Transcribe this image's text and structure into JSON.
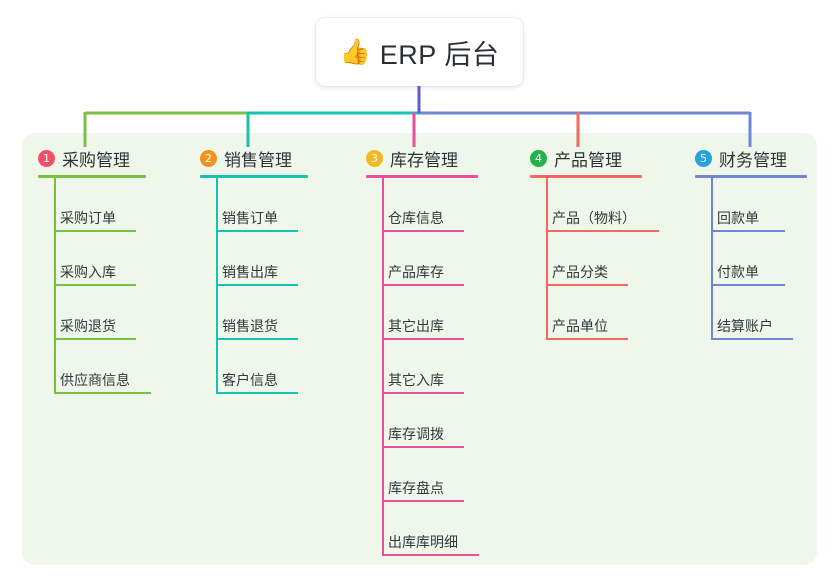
{
  "root": {
    "icon": "thumbs-up-icon",
    "icon_glyph": "👍",
    "title": "ERP 后台"
  },
  "theme": {
    "page_background": "#ffffff",
    "panel_background": "#eef7e9",
    "text_color": "#33383d",
    "root_stem_color": "#5b5fc7"
  },
  "diagram_data": {
    "type": "mindmap",
    "root": "ERP 后台",
    "branch_count": 5
  },
  "columns": [
    {
      "index": "1",
      "badge_color": "#f4506b",
      "line_color": "#7ac143",
      "title": "采购管理",
      "head_rule_width": 108,
      "items": [
        {
          "label": "采购订单",
          "rule_width": 82
        },
        {
          "label": "采购入库",
          "rule_width": 82
        },
        {
          "label": "采购退货",
          "rule_width": 82
        },
        {
          "label": "供应商信息",
          "rule_width": 97
        }
      ]
    },
    {
      "index": "2",
      "badge_color": "#f5921e",
      "line_color": "#18c2b0",
      "title": "销售管理",
      "head_rule_width": 108,
      "items": [
        {
          "label": "销售订单",
          "rule_width": 82
        },
        {
          "label": "销售出库",
          "rule_width": 82
        },
        {
          "label": "销售退货",
          "rule_width": 82
        },
        {
          "label": "客户信息",
          "rule_width": 82
        }
      ]
    },
    {
      "index": "3",
      "badge_color": "#f5b723",
      "line_color": "#e84f9b",
      "title": "库存管理",
      "head_rule_width": 112,
      "items": [
        {
          "label": "仓库信息",
          "rule_width": 82
        },
        {
          "label": "产品库存",
          "rule_width": 82
        },
        {
          "label": "其它出库",
          "rule_width": 82
        },
        {
          "label": "其它入库",
          "rule_width": 82
        },
        {
          "label": "库存调拨",
          "rule_width": 82
        },
        {
          "label": "库存盘点",
          "rule_width": 82
        },
        {
          "label": "出库库明细",
          "rule_width": 97
        }
      ]
    },
    {
      "index": "4",
      "badge_color": "#24b24c",
      "line_color": "#f4695f",
      "title": "产品管理",
      "head_rule_width": 112,
      "items": [
        {
          "label": "产品（物料）",
          "rule_width": 113
        },
        {
          "label": "产品分类",
          "rule_width": 82
        },
        {
          "label": "产品单位",
          "rule_width": 82
        }
      ]
    },
    {
      "index": "5",
      "badge_color": "#23a3e0",
      "line_color": "#6f85d6",
      "title": "财务管理",
      "head_rule_width": 112,
      "items": [
        {
          "label": "回款单",
          "rule_width": 74
        },
        {
          "label": "付款单",
          "rule_width": 74
        },
        {
          "label": "结算账户",
          "rule_width": 82
        }
      ]
    }
  ]
}
